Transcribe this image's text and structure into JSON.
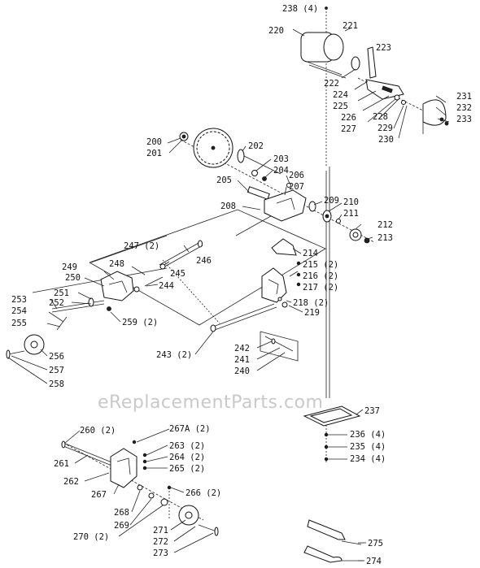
{
  "watermark": "eReplacementParts.com",
  "labels": [
    "238 (4)",
    "221",
    "220",
    "223",
    "222",
    "224",
    "225",
    "226",
    "227",
    "228",
    "229",
    "230",
    "231",
    "232",
    "233",
    "200",
    "201",
    "202",
    "203",
    "204",
    "205",
    "206",
    "207",
    "208",
    "209",
    "210",
    "211",
    "212",
    "213",
    "214",
    "215 (2)",
    "216 (2)",
    "217 (2)",
    "218 (2)",
    "219",
    "247 (2)",
    "246",
    "245",
    "249",
    "248",
    "250",
    "244",
    "251",
    "252",
    "253",
    "254",
    "255",
    "256",
    "257",
    "258",
    "259 (2)",
    "243 (2)",
    "242",
    "241",
    "240",
    "237",
    "236 (4)",
    "235 (4)",
    "234 (4)",
    "260 (2)",
    "267A (2)",
    "263 (2)",
    "264 (2)",
    "265 (2)",
    "261",
    "262",
    "267",
    "266 (2)",
    "268",
    "269",
    "270 (2)",
    "271",
    "272",
    "273",
    "275",
    "274"
  ]
}
